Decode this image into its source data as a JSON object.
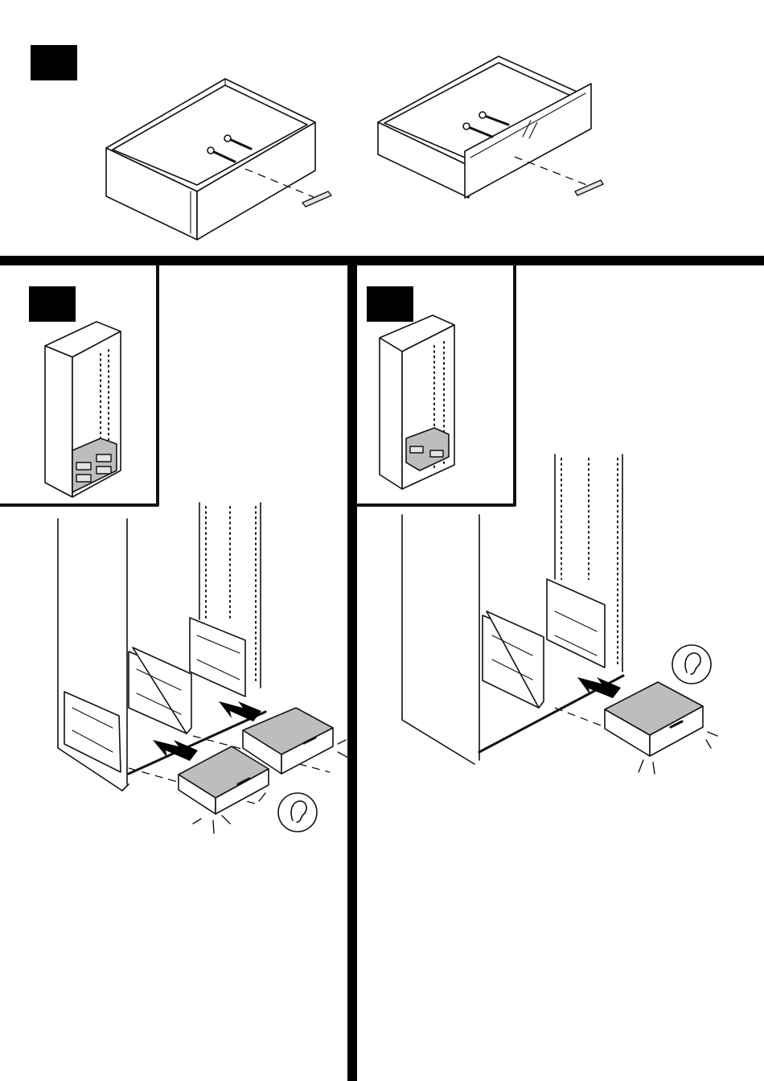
{
  "steps": [
    {
      "id": "a",
      "number": ""
    },
    {
      "id": "b",
      "number": ""
    },
    {
      "id": "c",
      "number": ""
    }
  ],
  "icons": {
    "sound": "ear-icon",
    "push": "arrow-right-icon",
    "badge": "step-number-badge"
  },
  "colors": {
    "ink": "#111111",
    "paper": "#ffffff",
    "drawer_fill": "#bdbdbd"
  }
}
